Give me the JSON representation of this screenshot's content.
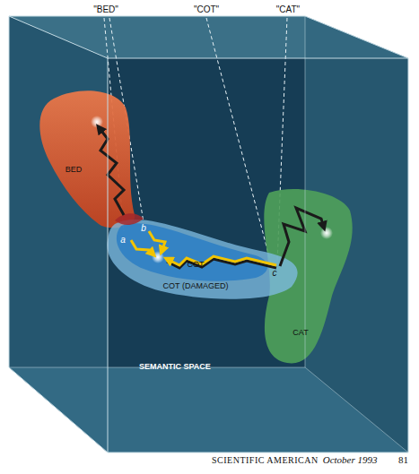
{
  "diagram": {
    "nodes": [
      {
        "text": [
          "BED"
        ]
      },
      {
        "text": [
          "COT (DAMAGED)"
        ]
      },
      {
        "text": [
          "COT"
        ],
        "in": 1
      },
      {
        "text": [
          "CAT"
        ]
      }
    ],
    "labels": [
      "\"BED\"",
      "\"COT\"",
      "\"CAT\"",
      "a",
      "b",
      "c",
      "SEMANTIC SPACE",
      "SCIENTIFIC AMERICAN",
      "October 1993",
      "81"
    ]
  }
}
